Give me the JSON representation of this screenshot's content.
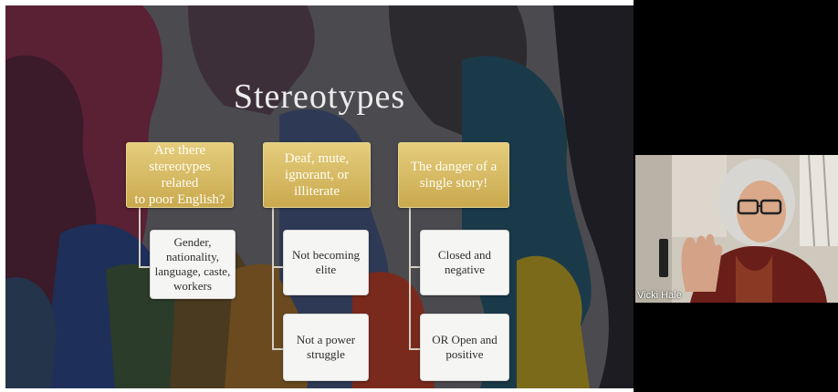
{
  "slide": {
    "title": "Stereotypes",
    "columns": [
      {
        "header": "Are there\nstereotypes related\nto poor English?",
        "items": [
          "Gender,\nnationality,\nlanguage, caste,\nworkers"
        ]
      },
      {
        "header": "Deaf, mute,\nignorant, or\nilliterate",
        "items": [
          "Not becoming\nelite",
          "Not a power\nstruggle"
        ]
      },
      {
        "header": "The danger of a\nsingle story!",
        "items": [
          "Closed and\nnegative",
          "OR Open and\npositive"
        ]
      }
    ],
    "colors": {
      "gold": "#d4b862",
      "box": "#f5f5f3",
      "background": "#4a4a4f"
    }
  },
  "video": {
    "participant_name": "Vicki Hale"
  }
}
